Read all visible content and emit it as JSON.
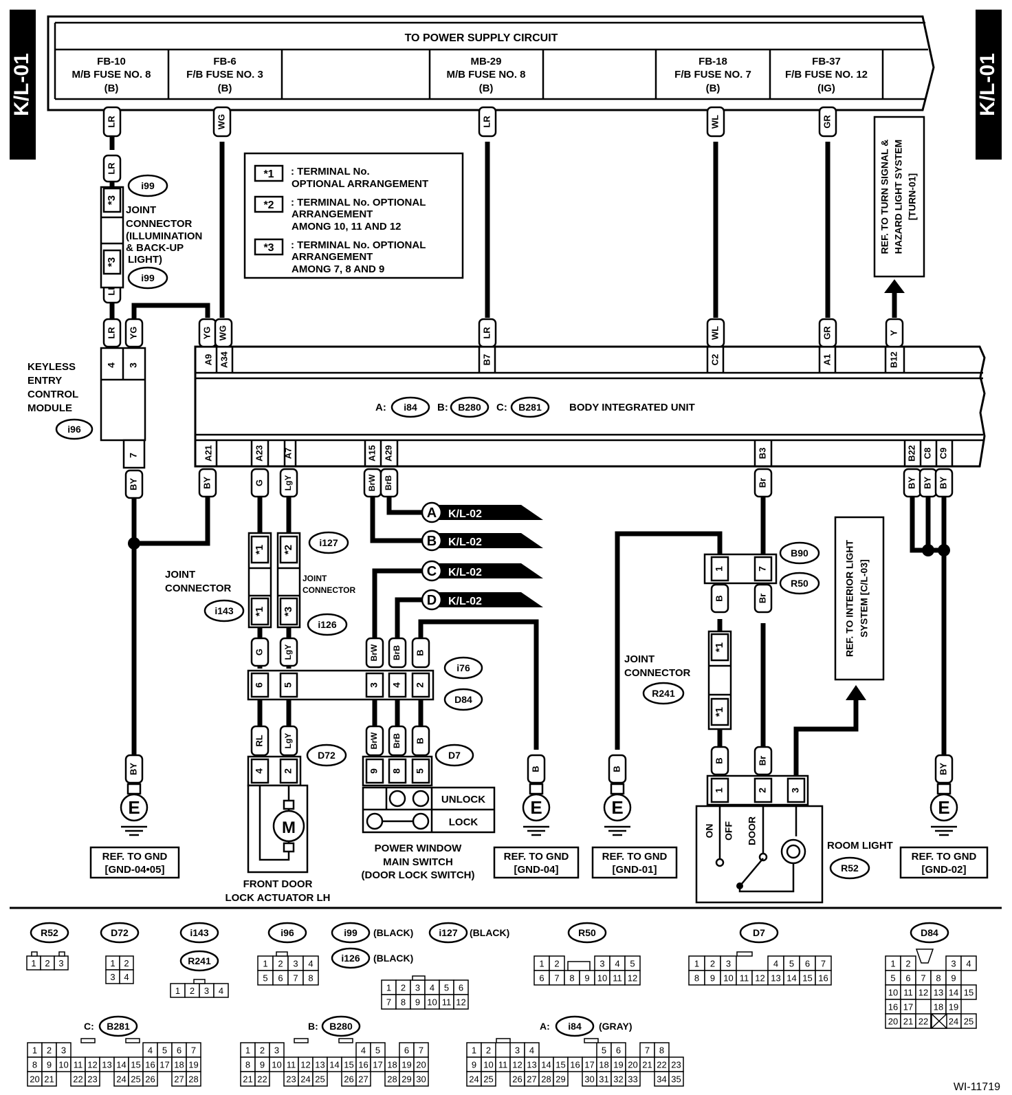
{
  "sheet": {
    "code": "K/L-01",
    "drawing_id": "WI-11719"
  },
  "power": {
    "title": "TO POWER SUPPLY CIRCUIT",
    "fuses": [
      {
        "l1": "FB-10",
        "l2": "M/B FUSE NO. 8",
        "l3": "(B)"
      },
      {
        "l1": "FB-6",
        "l2": "F/B FUSE NO. 3",
        "l3": "(B)"
      },
      {
        "l1": "MB-29",
        "l2": "M/B FUSE NO. 8",
        "l3": "(B)"
      },
      {
        "l1": "FB-18",
        "l2": "F/B FUSE NO. 7",
        "l3": "(B)"
      },
      {
        "l1": "FB-37",
        "l2": "F/B FUSE NO. 12",
        "l3": "(IG)"
      }
    ]
  },
  "legend": [
    {
      "mark": "*1",
      "l1": ": TERMINAL No.",
      "l2": "OPTIONAL ARRANGEMENT",
      "l3": ""
    },
    {
      "mark": "*2",
      "l1": ": TERMINAL No. OPTIONAL",
      "l2": "ARRANGEMENT",
      "l3": "AMONG 10, 11 AND 12"
    },
    {
      "mark": "*3",
      "l1": ": TERMINAL No. OPTIONAL",
      "l2": "ARRANGEMENT",
      "l3": "AMONG 7, 8 AND 9"
    }
  ],
  "body_unit": {
    "label": "BODY INTEGRATED UNIT",
    "conn_a": "A:",
    "id_a": "i84",
    "conn_b": "B:",
    "id_b": "B280",
    "conn_c": "C:",
    "id_c": "B281",
    "top_pins": [
      "A9",
      "A34",
      "B7",
      "C2",
      "A1",
      "B12"
    ],
    "bottom_pins": [
      "A21",
      "A23",
      "A7",
      "A15",
      "A29",
      "B3",
      "B22",
      "C8",
      "C9"
    ]
  },
  "ref_turn": [
    "REF. TO TURN SIGNAL &",
    "HAZARD LIGHT SYSTEM",
    "[TURN-01]"
  ],
  "ref_interior": [
    "REF. TO INTERIOR LIGHT",
    "SYSTEM [C/L-03]"
  ],
  "wire_colors": {
    "LR": "LR",
    "WG": "WG",
    "WL": "WL",
    "GR": "GR",
    "YG": "YG",
    "Y": "Y",
    "BY": "BY",
    "G": "G",
    "LgY": "LgY",
    "BrW": "BrW",
    "BrB": "BrB",
    "B": "B",
    "Br": "Br",
    "RL": "RL"
  },
  "joint_i99": {
    "id": "i99",
    "mark": "*3",
    "label": [
      "JOINT",
      "CONNECTOR",
      "(ILLUMINATION",
      "& BACK-UP",
      "LIGHT)"
    ]
  },
  "keyless": {
    "label": [
      "KEYLESS",
      "ENTRY",
      "CONTROL",
      "MODULE"
    ],
    "id": "i96",
    "pins": [
      "4",
      "3",
      "7"
    ]
  },
  "joint_i143": {
    "label": [
      "JOINT",
      "CONNECTOR"
    ],
    "id": "i143",
    "mark": "*1",
    "id_top": "i127",
    "mark_top": "*2"
  },
  "joint_i126": {
    "label": [
      "JOINT",
      "CONNECTOR"
    ],
    "id": "i126",
    "mark": "*3"
  },
  "conn_i76": {
    "id": "i76",
    "id2": "D84",
    "pins": [
      "6",
      "5",
      "3",
      "4",
      "2"
    ]
  },
  "arrows": [
    {
      "letter": "A",
      "ref": "K/L-02"
    },
    {
      "letter": "B",
      "ref": "K/L-02"
    },
    {
      "letter": "C",
      "ref": "K/L-02"
    },
    {
      "letter": "D",
      "ref": "K/L-02"
    }
  ],
  "actuator": {
    "id": "D72",
    "pins": [
      "4",
      "2"
    ],
    "motor": "M",
    "label": [
      "FRONT DOOR",
      "LOCK ACTUATOR LH"
    ]
  },
  "pw_switch": {
    "id": "D7",
    "pins": [
      "9",
      "8",
      "5"
    ],
    "unlock": "UNLOCK",
    "lock": "LOCK",
    "label": [
      "POWER WINDOW",
      "MAIN SWITCH",
      "(DOOR LOCK SWITCH)"
    ]
  },
  "joint_r241": {
    "label": [
      "JOINT",
      "CONNECTOR"
    ],
    "id": "R241",
    "mark": "*1"
  },
  "conn_b90": {
    "id": "B90",
    "id2": "R50",
    "pins": [
      "1",
      "7"
    ]
  },
  "room_light": {
    "id": "R52",
    "pins": [
      "1",
      "2",
      "3"
    ],
    "label": "ROOM LIGHT",
    "on": "ON",
    "off": "OFF",
    "door": "DOOR"
  },
  "grounds": [
    {
      "symbol": "E",
      "ref": [
        "REF. TO GND",
        "[GND-04•05]"
      ]
    },
    {
      "symbol": "E",
      "ref": [
        "REF. TO GND",
        "[GND-04]"
      ]
    },
    {
      "symbol": "E",
      "ref": [
        "REF. TO GND",
        "[GND-01]"
      ]
    },
    {
      "symbol": "E",
      "ref": [
        "REF. TO GND",
        "[GND-02]"
      ]
    }
  ],
  "connectors": {
    "R52": {
      "id": "R52",
      "rows": [
        [
          "1",
          "2",
          "3"
        ]
      ]
    },
    "D72": {
      "id": "D72",
      "rows": [
        [
          "1",
          "2"
        ],
        [
          "3",
          "4"
        ]
      ]
    },
    "i143": {
      "id": "i143",
      "id2": "R241",
      "rows": [
        [
          "1",
          "2",
          "3",
          "4"
        ]
      ]
    },
    "i96": {
      "id": "i96",
      "rows": [
        [
          "1",
          "2",
          "3",
          "4"
        ],
        [
          "5",
          "6",
          "7",
          "8"
        ]
      ]
    },
    "i99": {
      "id": "i99",
      "color": "(BLACK)",
      "id2": "i127",
      "color2": "(BLACK)",
      "id3": "i126",
      "color3": "(BLACK)",
      "rows": [
        [
          "1",
          "2",
          "3",
          "4",
          "5",
          "6"
        ],
        [
          "7",
          "8",
          "9",
          "10",
          "11",
          "12"
        ]
      ]
    },
    "R50": {
      "id": "R50",
      "rows": [
        [
          "1",
          "2",
          "",
          "",
          "3",
          "4",
          "5"
        ],
        [
          "6",
          "7",
          "8",
          "9",
          "10",
          "11",
          "12"
        ]
      ]
    },
    "D7": {
      "id": "D7",
      "rows": [
        [
          "1",
          "2",
          "3",
          "",
          "",
          "4",
          "5",
          "6",
          "7"
        ],
        [
          "8",
          "9",
          "10",
          "11",
          "12",
          "13",
          "14",
          "15",
          "16"
        ]
      ]
    },
    "D84": {
      "id": "D84",
      "rows": [
        [
          "1",
          "2",
          "",
          "",
          "3",
          "4"
        ],
        [
          "5",
          "6",
          "7",
          "8",
          "9"
        ],
        [
          "10",
          "11",
          "12",
          "13",
          "14",
          "15"
        ],
        [
          "16",
          "17",
          "",
          "18",
          "19"
        ],
        [
          "20",
          "21",
          "22",
          "23",
          "24",
          "25"
        ]
      ]
    },
    "B281": {
      "id": "B281",
      "prefix": "C:",
      "rows": [
        [
          "1",
          "2",
          "3",
          "",
          "",
          "",
          "",
          "",
          "4",
          "5",
          "6",
          "7"
        ],
        [
          "8",
          "9",
          "10",
          "11",
          "12",
          "13",
          "14",
          "15",
          "16",
          "17",
          "18",
          "19"
        ],
        [
          "20",
          "21",
          "",
          "22",
          "23",
          "",
          "24",
          "25",
          "26",
          "",
          "27",
          "28"
        ]
      ]
    },
    "B280": {
      "id": "B280",
      "prefix": "B:",
      "rows": [
        [
          "1",
          "2",
          "3",
          "",
          "",
          "",
          "",
          "",
          "4",
          "5",
          "",
          "6",
          "7"
        ],
        [
          "8",
          "9",
          "10",
          "11",
          "12",
          "13",
          "14",
          "15",
          "16",
          "17",
          "18",
          "19",
          "20"
        ],
        [
          "21",
          "22",
          "",
          "23",
          "24",
          "25",
          "",
          "26",
          "27",
          "",
          "28",
          "29",
          "30"
        ]
      ]
    },
    "i84": {
      "id": "i84",
      "prefix": "A:",
      "color": "(GRAY)",
      "rows": [
        [
          "1",
          "2",
          "",
          "3",
          "4",
          "",
          "",
          "",
          "",
          "5",
          "6",
          "",
          "7",
          "8"
        ],
        [
          "9",
          "10",
          "11",
          "12",
          "13",
          "14",
          "15",
          "16",
          "17",
          "18",
          "19",
          "20",
          "21",
          "22",
          "23"
        ],
        [
          "24",
          "25",
          "",
          "26",
          "27",
          "28",
          "29",
          "",
          "30",
          "31",
          "32",
          "33",
          "",
          "34",
          "35"
        ]
      ]
    }
  }
}
